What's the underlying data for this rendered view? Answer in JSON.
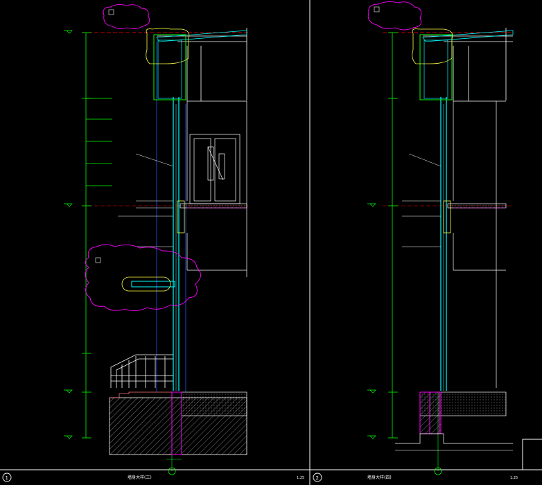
{
  "sheet": {
    "panels": [
      {
        "number": "1",
        "title": "墙身大样(三)",
        "scale": "1:25"
      },
      {
        "number": "2",
        "title": "墙身大样(四)",
        "scale": "1:25"
      }
    ]
  },
  "colors": {
    "background": "#000000",
    "frame": "#ffffff",
    "dimension": "#00ff00",
    "glazing": "#00ffff",
    "grid": "#0000ff",
    "revision_cloud": "#ff00ff",
    "level_line": "#ff0000",
    "text": "#ffffff",
    "note": "#ffff00"
  }
}
